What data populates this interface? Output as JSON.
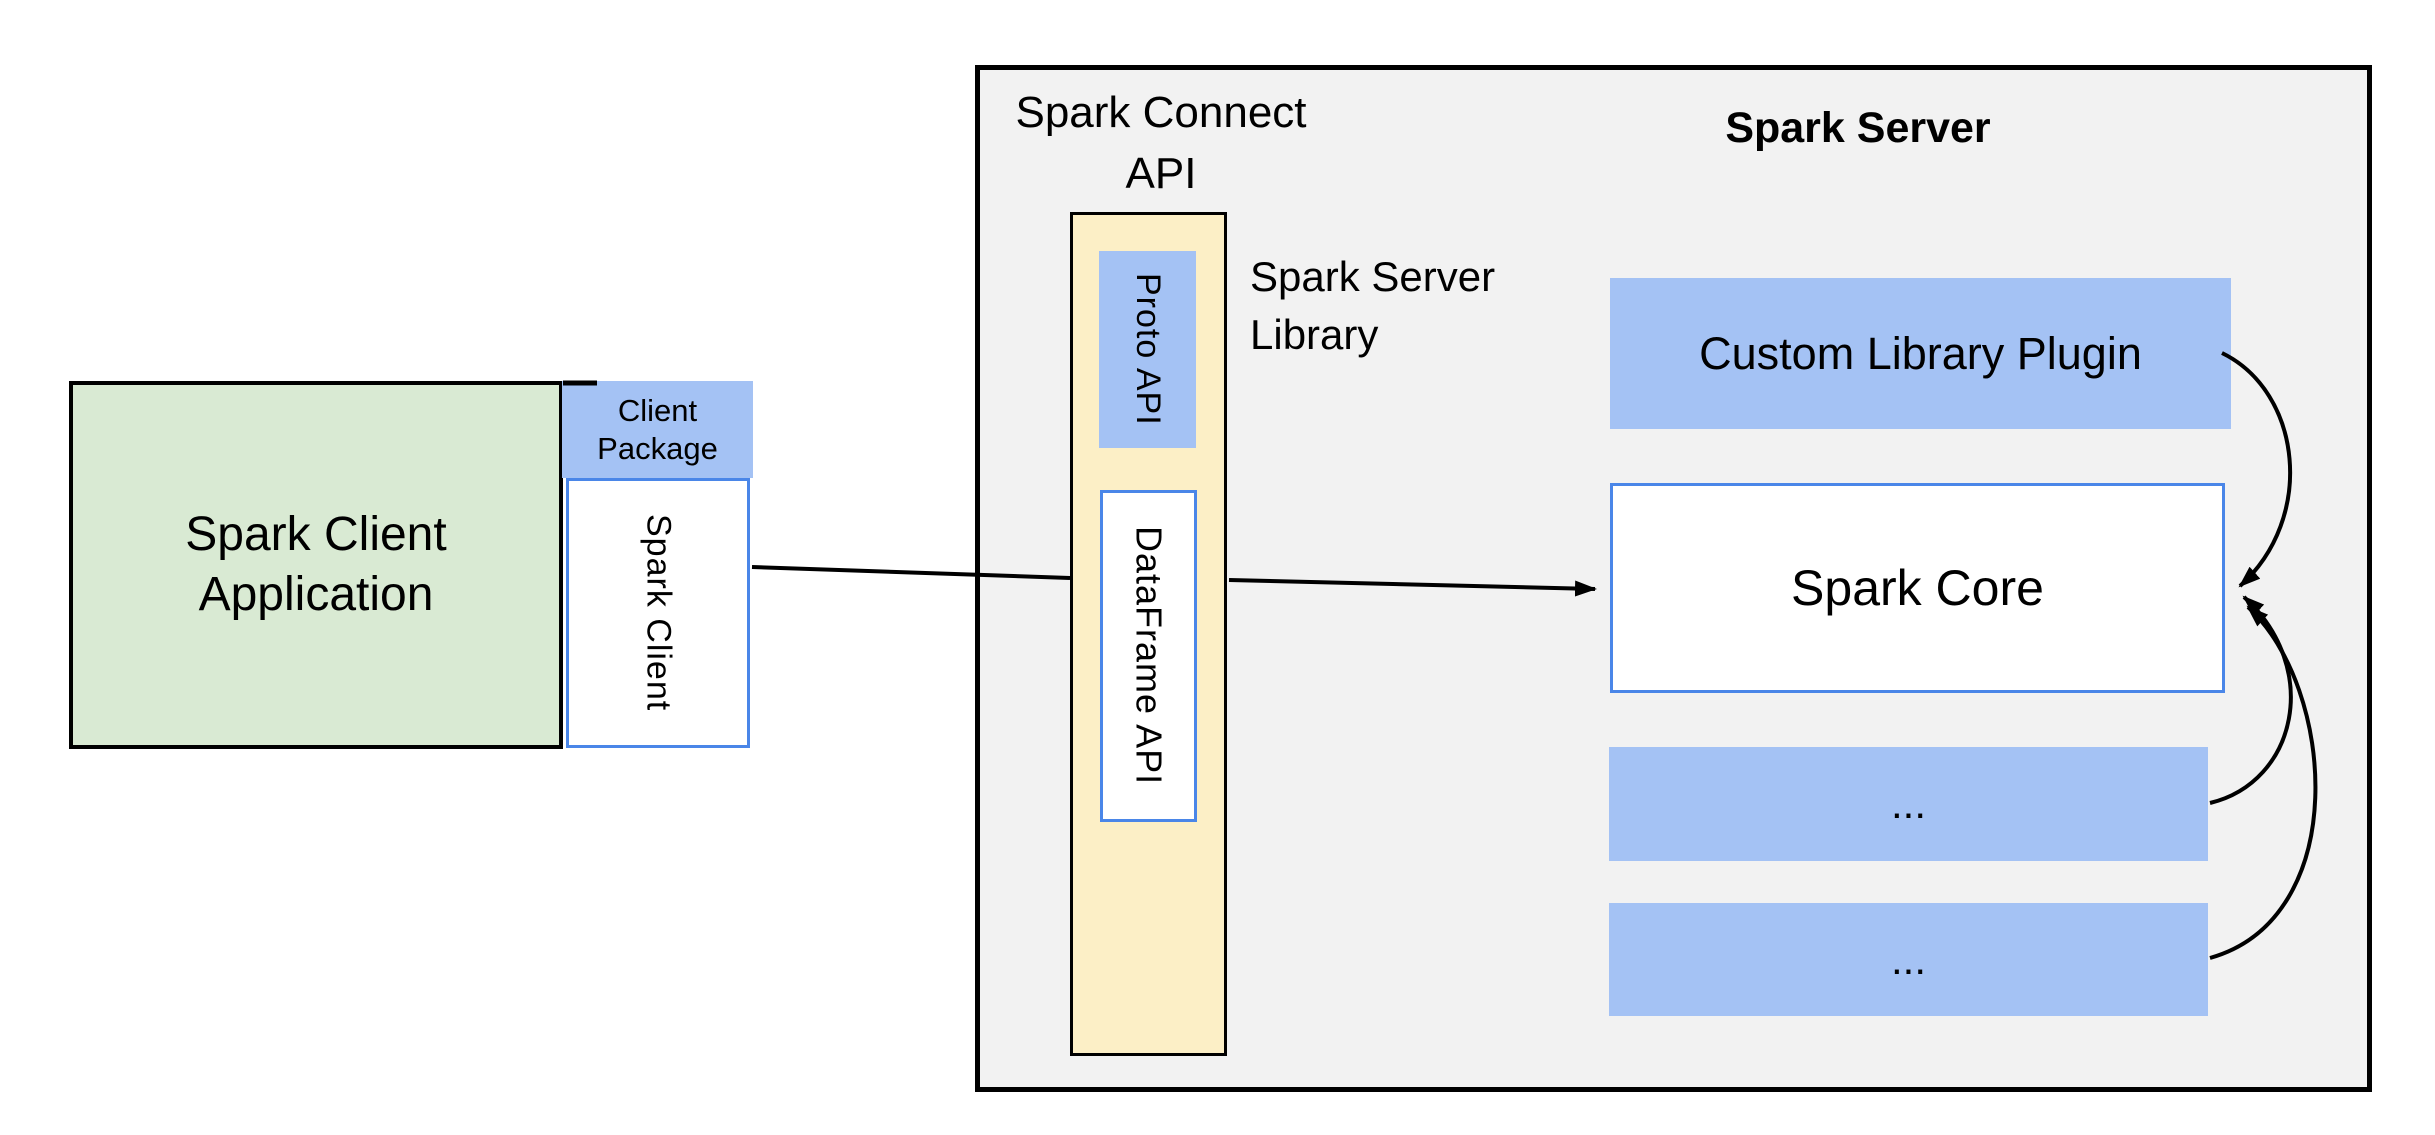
{
  "colors": {
    "green_fill": "#D9EAD3",
    "blue_fill": "#A4C2F4",
    "yellow_fill": "#FCEFC6",
    "panel_fill": "#F2F2F2",
    "blue_border": "#4A86E8",
    "black": "#000000",
    "white_fill": "#FFFFFF"
  },
  "client": {
    "application_label": "Spark Client\nApplication",
    "package_label": "Client\nPackage",
    "spark_client_label": "Spark Client"
  },
  "connect_api": {
    "panel_label": "Spark Connect\nAPI",
    "library_label": "Spark Server\nLibrary",
    "proto_api_label": "Proto API",
    "dataframe_api_label": "DataFrame API"
  },
  "server": {
    "title": "Spark Server",
    "custom_library_plugin_label": "Custom Library Plugin",
    "spark_core_label": "Spark Core",
    "placeholder_1_label": "...",
    "placeholder_2_label": "..."
  }
}
